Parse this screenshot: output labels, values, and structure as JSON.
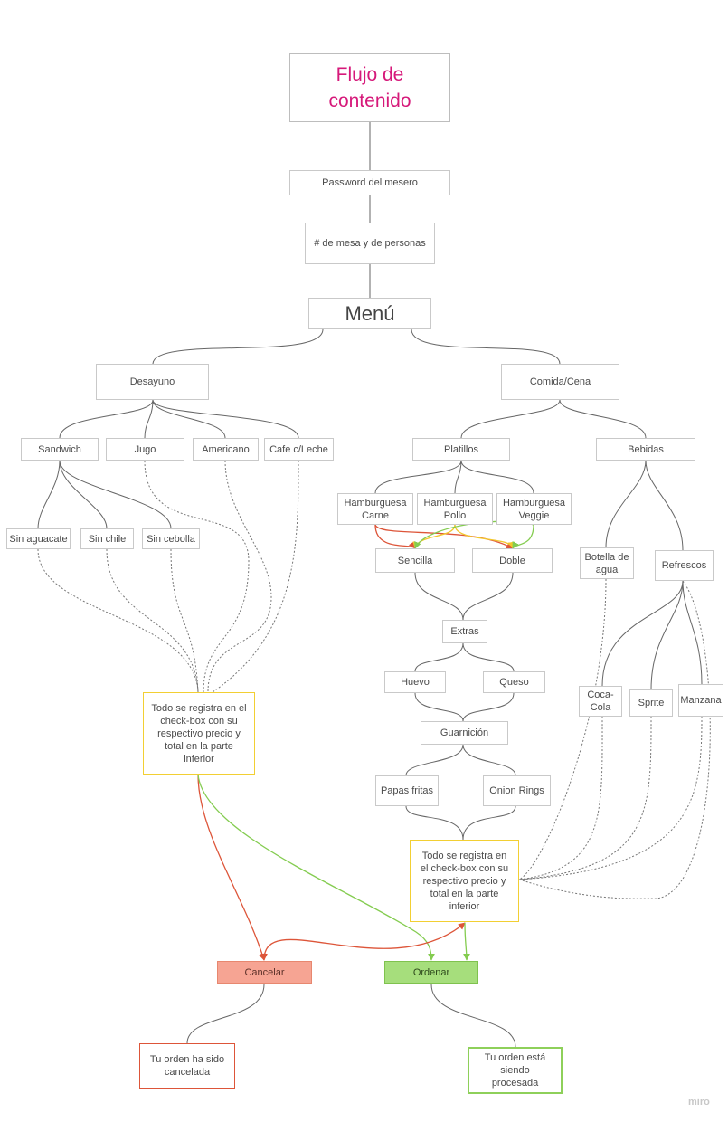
{
  "colors": {
    "title_text": "#d6197a",
    "line": "#666666",
    "red_line": "#dd5539",
    "green_line": "#84cc50",
    "yellow_line": "#f2c62b",
    "yellow_border": "#f2cf33",
    "cancel_fill": "#f6a493",
    "order_fill": "#a6de7c"
  },
  "title": "Flujo de contenido",
  "steps": {
    "password": "Password del mesero",
    "mesa": "# de mesa y de personas",
    "menu": "Menú"
  },
  "desayuno": {
    "label": "Desayuno",
    "items": [
      "Sandwich",
      "Jugo",
      "Americano",
      "Cafe c/Leche"
    ],
    "sandwich_options": [
      "Sin aguacate",
      "Sin chile",
      "Sin cebolla"
    ],
    "summary": "Todo se registra en el check-box con su respectivo precio y total en la parte inferior"
  },
  "comida": {
    "label": "Comida/Cena",
    "platillos": "Platillos",
    "burgers": [
      "Hamburguesa Carne",
      "Hamburguesa Pollo",
      "Hamburguesa Veggie"
    ],
    "sizes": [
      "Sencilla",
      "Doble"
    ],
    "extras": "Extras",
    "extra_items": [
      "Huevo",
      "Queso"
    ],
    "guarnicion": "Guarnición",
    "sides": [
      "Papas fritas",
      "Onion Rings"
    ],
    "bebidas": "Bebidas",
    "water": "Botella de agua",
    "refrescos": "Refrescos",
    "sodas": [
      "Coca-Cola",
      "Sprite",
      "Manzana"
    ],
    "summary": "Todo se registra en el check-box con su respectivo precio y total en la parte inferior"
  },
  "actions": {
    "cancel": "Cancelar",
    "order": "Ordenar",
    "cancel_msg": "Tu orden ha sido cancelada",
    "order_msg": "Tu orden está siendo procesada"
  },
  "watermark": "miro"
}
